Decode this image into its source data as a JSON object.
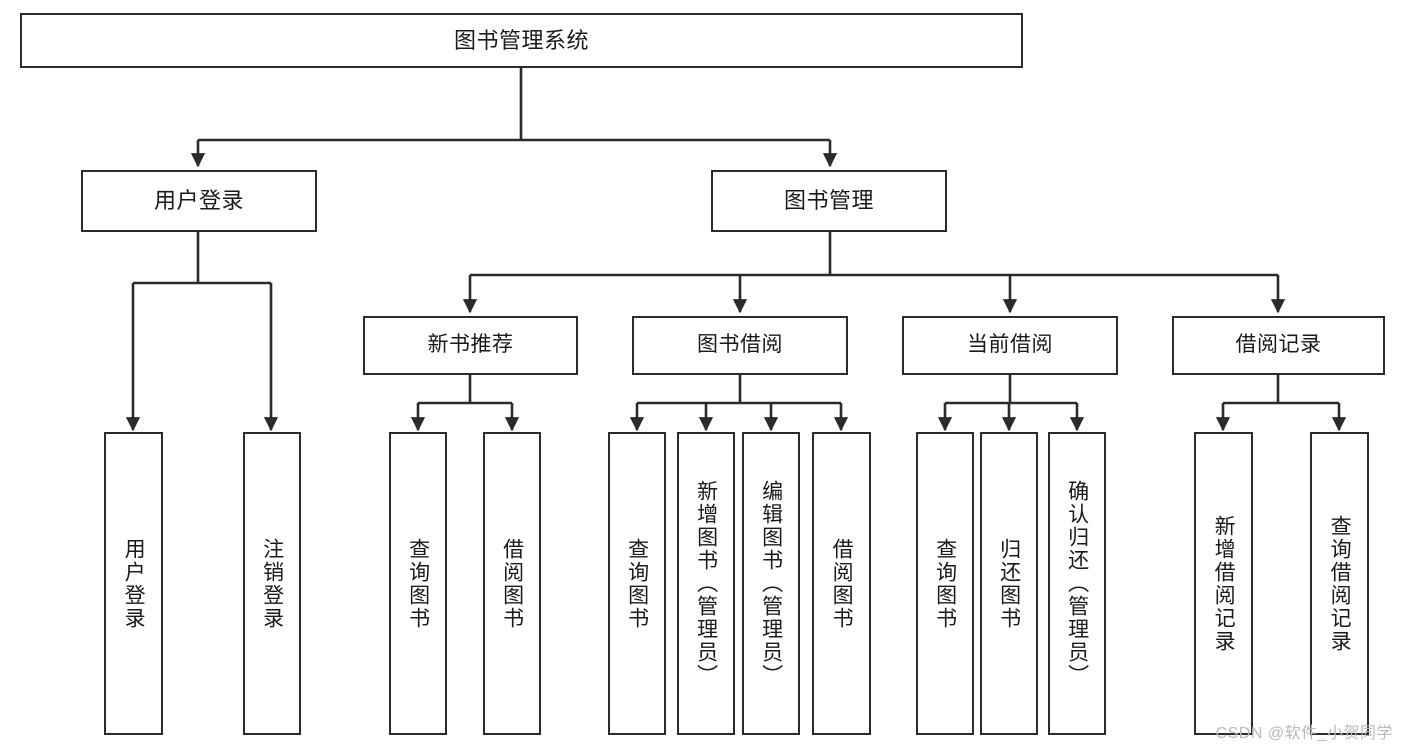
{
  "diagram": {
    "type": "tree-hierarchy",
    "title": "图书管理系统",
    "orientation": "top-down",
    "colors": {
      "box_border": "#2b2b2b",
      "box_fill": "#ffffff",
      "edge": "#2b2b2b",
      "text": "#1a1a1a",
      "watermark": "#b9b9b9"
    },
    "nodes": {
      "root": {
        "label": "图书管理系统"
      },
      "level2": [
        {
          "id": "user-login",
          "label": "用户登录"
        },
        {
          "id": "book-management",
          "label": "图书管理"
        }
      ],
      "level3": [
        {
          "id": "new-book-recommend",
          "label": "新书推荐"
        },
        {
          "id": "book-borrow",
          "label": "图书借阅"
        },
        {
          "id": "current-borrow",
          "label": "当前借阅"
        },
        {
          "id": "borrow-record",
          "label": "借阅记录"
        }
      ],
      "leaves": {
        "user_login": [
          {
            "id": "leaf-user-login",
            "label": "用户登录"
          },
          {
            "id": "leaf-logout-login",
            "label": "注销登录"
          }
        ],
        "new_book_recommend": [
          {
            "id": "leaf-query-book-1",
            "label": "查询图书"
          },
          {
            "id": "leaf-borrow-book-1",
            "label": "借阅图书"
          }
        ],
        "book_borrow": [
          {
            "id": "leaf-query-book-2",
            "label": "查询图书"
          },
          {
            "id": "leaf-add-book",
            "label": "新增图书（管理员）"
          },
          {
            "id": "leaf-edit-book",
            "label": "编辑图书（管理员）"
          },
          {
            "id": "leaf-borrow-book-2",
            "label": "借阅图书"
          }
        ],
        "current_borrow": [
          {
            "id": "leaf-query-book-3",
            "label": "查询图书"
          },
          {
            "id": "leaf-return-book",
            "label": "归还图书"
          },
          {
            "id": "leaf-confirm-return",
            "label": "确认归还（管理员）"
          }
        ],
        "borrow_record": [
          {
            "id": "leaf-add-record",
            "label": "新增借阅记录"
          },
          {
            "id": "leaf-query-record",
            "label": "查询借阅记录"
          }
        ]
      }
    },
    "watermark": "CSDN @软件_小贺同学"
  }
}
